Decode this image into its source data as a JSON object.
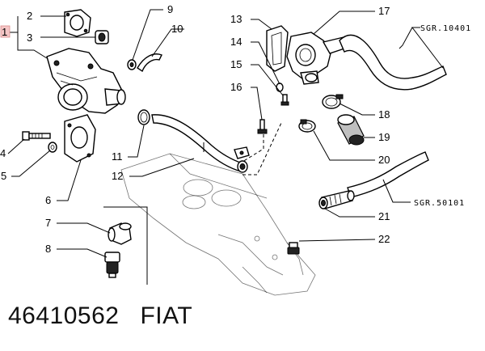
{
  "callouts": {
    "c1": "1",
    "c2": "2",
    "c3": "3",
    "c4": "4",
    "c5": "5",
    "c6": "6",
    "c7": "7",
    "c8": "8",
    "c9": "9",
    "c10": "10",
    "c11": "11",
    "c12": "12",
    "c13": "13",
    "c14": "14",
    "c15": "15",
    "c16": "16",
    "c17": "17",
    "c18": "18",
    "c19": "19",
    "c20": "20",
    "c21": "21",
    "c22": "22"
  },
  "references": {
    "top_right": "SGR.10401",
    "middle_right": "SGR.50101"
  },
  "footer": {
    "part_number": "46410562",
    "brand": "FIAT"
  }
}
